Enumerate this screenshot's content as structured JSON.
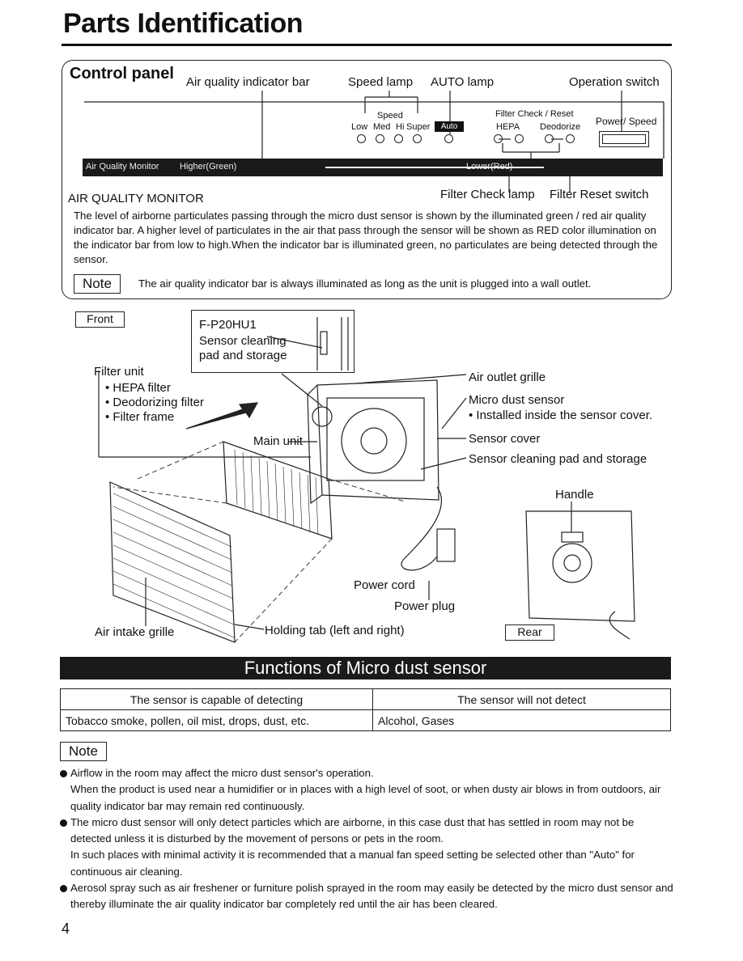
{
  "page": {
    "title": "Parts Identification",
    "page_number": "4"
  },
  "control_panel": {
    "heading": "Control panel",
    "callouts": {
      "air_quality_indicator_bar": "Air quality indicator bar",
      "speed_lamp": "Speed lamp",
      "auto_lamp": "AUTO lamp",
      "operation_switch": "Operation switch",
      "filter_check_lamp": "Filter Check lamp",
      "filter_reset_switch": "Filter Reset switch"
    },
    "panel": {
      "speed_label": "Speed",
      "speed_levels": [
        "Low",
        "Med",
        "Hi",
        "Super"
      ],
      "auto_label": "Auto",
      "filter_check_reset": "Filter Check / Reset",
      "hepa": "HEPA",
      "deodorize": "Deodorize",
      "power_speed": "Power/ Speed",
      "aqm_label": "Air Quality Monitor",
      "higher": "Higher(Green)",
      "lower": "Lower(Red)"
    },
    "monitor_heading": "AIR QUALITY MONITOR",
    "monitor_text": "The level of airborne particulates passing through the micro dust sensor is shown by the illuminated green / red air quality indicator bar. A higher level of particulates in the air that pass through the sensor will be shown as RED color illumination on the indicator bar from low to high.When the indicator bar is illuminated green, no particulates are being detected through the sensor.",
    "note_label": "Note",
    "note_text": "The air quality indicator bar is always illuminated as long as the unit is plugged into a wall outlet."
  },
  "diagram": {
    "front_tag": "Front",
    "rear_tag": "Rear",
    "model": "F-P20HU1",
    "sensor_pad_line1": "Sensor cleaning",
    "sensor_pad_line2": "pad and storage",
    "filter_unit": "Filter unit",
    "filter_items": [
      "• HEPA filter",
      "• Deodorizing filter",
      "• Filter frame"
    ],
    "main_unit": "Main unit",
    "air_outlet_grille": "Air outlet grille",
    "micro_dust_sensor": "Micro dust sensor",
    "sensor_installed": "• Installed inside the sensor cover.",
    "sensor_cover": "Sensor cover",
    "sensor_pad_storage": "Sensor cleaning pad and storage",
    "handle": "Handle",
    "power_cord": "Power cord",
    "power_plug": "Power plug",
    "air_intake_grille": "Air intake grille",
    "holding_tab": "Holding tab (left and right)"
  },
  "functions": {
    "heading": "Functions of Micro dust sensor",
    "col_detect": "The sensor is capable of detecting",
    "col_not_detect": "The sensor will not detect",
    "detect_value": "Tobacco smoke, pollen, oil mist, drops, dust, etc.",
    "not_detect_value": "Alcohol, Gases",
    "note_label": "Note",
    "bullets": [
      {
        "first": "Airflow in the room may affect the micro dust sensor's operation.",
        "rest": "When the product is used near a humidifier or in places with a high level of soot, or when dusty air blows in from outdoors, air quality indicator bar may remain red continuously."
      },
      {
        "first": "The micro dust sensor will only detect particles which are airborne, in this case dust that has settled in room may not be detected unless it is disturbed by the movement of persons or pets in the room.",
        "rest": "In such places with minimal activity it is recommended that a manual fan speed setting be selected other than \"Auto\" for continuous air cleaning."
      },
      {
        "first": "Aerosol spray such as air freshener or furniture polish sprayed in the room may easily be detected by the micro dust sensor and thereby illuminate the air quality indicator bar completely red until the air has been cleared.",
        "rest": ""
      }
    ]
  }
}
